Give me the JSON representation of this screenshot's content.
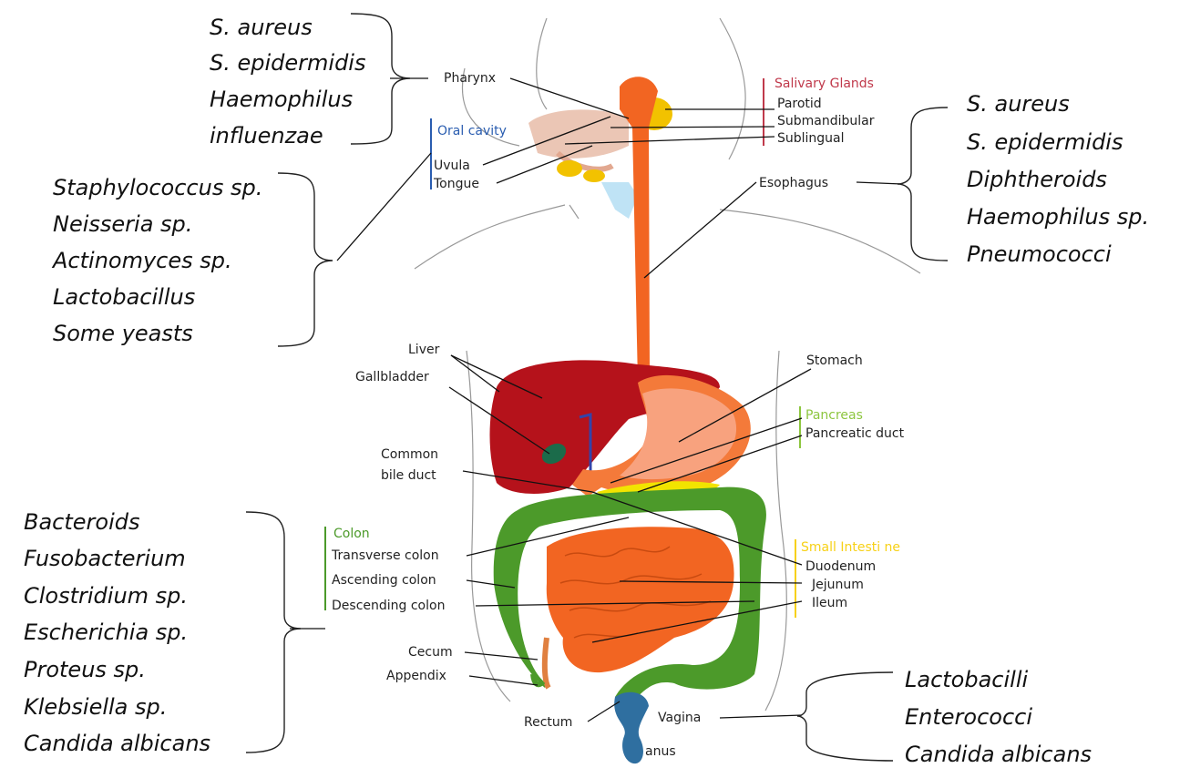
{
  "colors": {
    "esophagus": "#f26522",
    "liver": "#b5121b",
    "stomach": "#f47a3a",
    "colon": "#4c9a2a",
    "small_intestine": "#f26522",
    "salivary": "#f2c200",
    "oral_group": "#2a5db0",
    "salivary_group": "#c0394b",
    "pancreas_group": "#8dc63f",
    "small_int_group": "#f7d117",
    "colon_group": "#4c9a2a",
    "rectum": "#2f6fa0"
  },
  "labels": {
    "pharynx": "Pharynx",
    "salivary_glands": "Salivary Glands",
    "parotid": "Parotid",
    "submandibular": "Submandibular",
    "sublingual": "Sublingual",
    "oral_cavity": "Oral cavity",
    "uvula": "Uvula",
    "tongue": "Tongue",
    "esophagus": "Esophagus",
    "liver": "Liver",
    "gallbladder": "Gallbladder",
    "stomach": "Stomach",
    "pancreas": "Pancreas",
    "pancreatic_duct": "Pancreatic duct",
    "common_bile_duct_1": "Common",
    "common_bile_duct_2": "bile duct",
    "colon": "Colon",
    "transverse_colon": "Transverse colon",
    "ascending_colon": "Ascending colon",
    "descending_colon": "Descending colon",
    "small_intestine": "Small Intesti ne",
    "duodenum": "Duodenum",
    "jejunum": "Jejunum",
    "ileum": "Ileum",
    "cecum": "Cecum",
    "appendix": "Appendix",
    "rectum": "Rectum",
    "vagina": "Vagina",
    "anus": "anus"
  },
  "flora": {
    "pharynx": [
      "S. aureus",
      "S. epidermidis",
      "Haemophilus",
      "influenzae"
    ],
    "oral": [
      "Staphylococcus sp.",
      "Neisseria sp.",
      "Actinomyces sp.",
      "Lactobacillus",
      "Some yeasts"
    ],
    "esophagus": [
      "S. aureus",
      "S. epidermidis",
      "Diphtheroids",
      "Haemophilus sp.",
      "Pneumococci"
    ],
    "colon": [
      "Bacteroids",
      "Fusobacterium",
      "Clostridium sp.",
      "Escherichia sp.",
      "Proteus sp.",
      "Klebsiella sp.",
      "Candida albicans"
    ],
    "vagina": [
      "Lactobacilli",
      "Enterococci",
      "Candida albicans"
    ]
  }
}
